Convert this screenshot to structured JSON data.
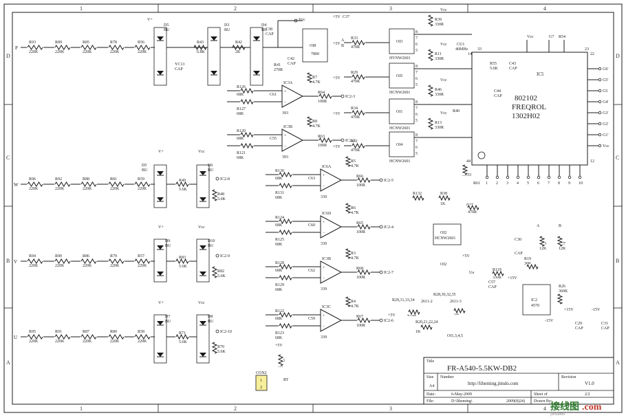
{
  "zones": {
    "columns": [
      "1",
      "2",
      "3",
      "4"
    ],
    "rows": [
      "D",
      "C",
      "B",
      "A"
    ]
  },
  "inputs": {
    "p": "P",
    "w": "W",
    "v": "V",
    "u": "U"
  },
  "resistor_chains": {
    "row_p": {
      "names": [
        "R93",
        "R89",
        "R85",
        "R78",
        "R56"
      ],
      "value": "220K"
    },
    "row_w": {
      "names": [
        "R96",
        "R92",
        "R88",
        "R81",
        "R59"
      ],
      "value": "220K"
    },
    "row_v": {
      "names": [
        "R94",
        "R90",
        "R86",
        "R79",
        "R57"
      ],
      "value": "220K"
    },
    "row_u": {
      "names": [
        "R95",
        "R91",
        "R87",
        "R80",
        "R58"
      ],
      "value": "220K"
    }
  },
  "bridges": {
    "d5": {
      "name": "D5",
      "type": "BU"
    },
    "d3": {
      "name": "D3",
      "type": "BU"
    },
    "d4": {
      "name": "D4",
      "type": "BU"
    },
    "d6": {
      "name": "D6",
      "type": "BU"
    },
    "d9": {
      "name": "D9",
      "type": "BU"
    },
    "d10": {
      "name": "D10",
      "type": "BU"
    },
    "d7": {
      "name": "D7",
      "type": "BU"
    },
    "d8": {
      "name": "D8",
      "type": "BU"
    },
    "d5c": {
      "name": "D5",
      "type": "BU"
    }
  },
  "top_parts": {
    "yc13": "YC13",
    "cap": "CAP",
    "r43": "R43",
    "r43v": "6.8K",
    "r42": "R42",
    "r42v": "2K",
    "r41": "R41",
    "r41v": "270R",
    "c38": "C38",
    "c42": "C42",
    "oi8": "OI8",
    "oi8v": "7800",
    "c37": "C37",
    "plus5v": "+5V",
    "vplus": "V+",
    "vcc": "Vcc"
  },
  "opamps": {
    "ic3a": "IC3A",
    "ic3b": "IC3B",
    "ic6a": "IC6A",
    "ic6d": "IC6D",
    "ic3b2": "IC3B",
    "ic3c": "IC3C",
    "part393": "393",
    "part339": "339"
  },
  "opamp_resistors": [
    {
      "r1": "R126",
      "r2": "R127",
      "c": "C61",
      "r3": "R7",
      "r4": "R64",
      "out": "IC2-3"
    },
    {
      "r1": "R120",
      "r2": "R121",
      "c": "C55",
      "r3": "R8",
      "r4": "R63",
      "out": "IC2-2"
    },
    {
      "r1": "R130",
      "r2": "R131",
      "c": "C63",
      "r3": "R5",
      "r4": "R66",
      "out": "IC2-5"
    },
    {
      "r1": "R124",
      "r2": "R125",
      "c": "C60",
      "r3": "R6",
      "r4": "R65",
      "out": "IC2-4"
    },
    {
      "r1": "R128",
      "r2": "R129",
      "c": "C62",
      "r3": "R3",
      "r4": "R68",
      "out": "IC2-7"
    },
    {
      "r1": "R122",
      "r2": "R123",
      "c": "C59",
      "r3": "R4",
      "r4": "R67",
      "out": "IC2-6"
    }
  ],
  "values": {
    "k68": "68K",
    "k47": "4.7K",
    "r100": "100R",
    "r470": "470R",
    "r330": "330R",
    "k56": "5.6K"
  },
  "side_nets": [
    {
      "r": "R49",
      "v": "5.6K",
      "r2": "R48",
      "net": "IC2-8"
    },
    {
      "r": "R83",
      "v": "5.6K",
      "r2": "R82",
      "net": "IC2-9"
    },
    {
      "r": "R71",
      "v": "5.6K",
      "r2": "R70",
      "net": "IC2-10"
    }
  ],
  "optos": [
    {
      "name": "OI3",
      "part": "HVNW2601",
      "rin": "R33",
      "rout": "R39"
    },
    {
      "name": "OI5",
      "part": "HCNW2601",
      "rin": "R29",
      "rout": "R11"
    },
    {
      "name": "OI1",
      "part": "HCNW2601",
      "rin": "R34",
      "rout": "R46"
    },
    {
      "name": "OI4",
      "part": "HCNW2601",
      "rin": "R31",
      "rout": "R13"
    }
  ],
  "ic5": {
    "name": "IC5",
    "line1": "802102",
    "line2": "FREQROL",
    "line3": "1302H02",
    "crystal": "CU1",
    "crystal_v": "40MHz",
    "r55": "R55",
    "r55v": "5.6K",
    "c43": "C43",
    "c44": "C44",
    "r40": "R40",
    "r61": "R61",
    "pin33": "33",
    "pin23": "23",
    "pin22": "22",
    "pin14": "14",
    "pin44": "44",
    "pin12": "12",
    "right_pins": [
      "G6'",
      "G5'",
      "G5",
      "G4'",
      "G3'",
      "G2'",
      "G1'",
      "Vcc"
    ],
    "bottom_pins": [
      "1",
      "2",
      "3",
      "4",
      "5",
      "6",
      "7",
      "8",
      "9",
      "10"
    ],
    "top_pins": [
      "Vcc",
      "G7",
      "R54"
    ]
  },
  "misc": {
    "r133": "R133",
    "r132": "R132",
    "r38": "R38",
    "r37": "R37",
    "oi2": "OI2",
    "oi2_part": "HCNW2601",
    "c30": "C30",
    "r23": "R23",
    "r27": "R27",
    "r19": "R19",
    "r119": "R119",
    "c57": "C57",
    "r26": "R26",
    "ic2": "IC2",
    "ic2_part": "4570",
    "c29": "C29",
    "c31": "C31",
    "plus15v": "+15V",
    "minus15v": "-15V",
    "r25": "R25",
    "rt": "RT",
    "con2": "CON2",
    "oi_group": "OI1,3,4,5",
    "rgroup1": "R29,31,33,34",
    "rgroup2": "R20,21,22,24",
    "rgroup3": "R28,30,32,35",
    "n2611_2": "2611-2",
    "n2611_3": "2611-3",
    "ua": "Ua",
    "a": "A",
    "b": "B",
    "k1": "1K",
    "k12": "12K",
    "k30": "30K",
    "k360": "360K",
    "pin1": "1",
    "pin2": "2"
  },
  "title_block": {
    "title_label": "Title",
    "title": "FR-A540-5.5KW-DB2",
    "size_label": "Size",
    "size": "A4",
    "number_label": "Number",
    "number": "http://liheming.jimdo.com",
    "revision_label": "Revision",
    "revision": "V1.0",
    "date_label": "Date:",
    "date": "6-May-2009",
    "sheet_label": "Sheet   of",
    "sheet": "2/2",
    "file_label": "File:",
    "file": "D:\\liheming\\",
    "date2": "2009(8)24)",
    "drawn_by": "Drawn By:"
  },
  "watermark": {
    "cn": "接线图",
    "com": ".com",
    "sub": "jiexiantu"
  }
}
